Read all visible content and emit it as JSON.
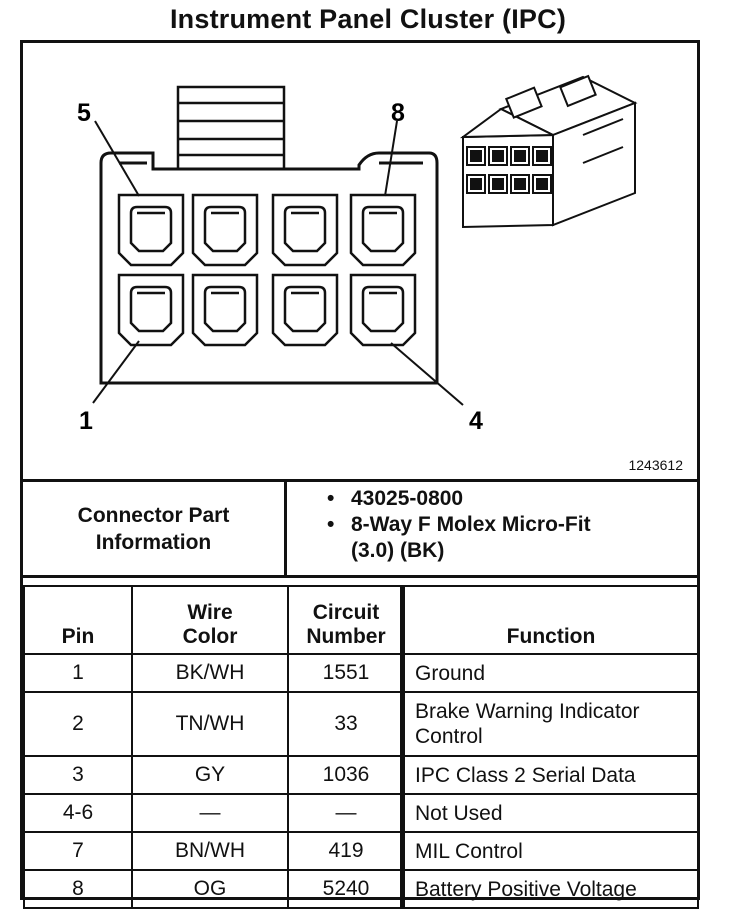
{
  "title": "Instrument Panel Cluster (IPC)",
  "figure": {
    "callouts": {
      "pin5": "5",
      "pin8": "8",
      "pin1": "1",
      "pin4": "4"
    },
    "figure_number": "1243612"
  },
  "connector_info": {
    "label_line1": "Connector Part",
    "label_line2": "Information",
    "items": [
      "43025-0800",
      "8-Way F Molex Micro-Fit",
      "(3.0) (BK)"
    ]
  },
  "table": {
    "headers": {
      "pin": "Pin",
      "wire_color_1": "Wire",
      "wire_color_2": "Color",
      "circuit_1": "Circuit",
      "circuit_2": "Number",
      "function": "Function"
    },
    "rows": [
      {
        "pin": "1",
        "wire": "BK/WH",
        "circuit": "1551",
        "function_1": "Ground",
        "function_2": ""
      },
      {
        "pin": "2",
        "wire": "TN/WH",
        "circuit": "33",
        "function_1": "Brake Warning Indicator",
        "function_2": "Control"
      },
      {
        "pin": "3",
        "wire": "GY",
        "circuit": "1036",
        "function_1": "IPC Class 2 Serial Data",
        "function_2": ""
      },
      {
        "pin": "4-6",
        "wire": "—",
        "circuit": "—",
        "function_1": "Not Used",
        "function_2": ""
      },
      {
        "pin": "7",
        "wire": "BN/WH",
        "circuit": "419",
        "function_1": "MIL Control",
        "function_2": ""
      },
      {
        "pin": "8",
        "wire": "OG",
        "circuit": "5240",
        "function_1": "Battery Positive Voltage",
        "function_2": ""
      }
    ]
  }
}
